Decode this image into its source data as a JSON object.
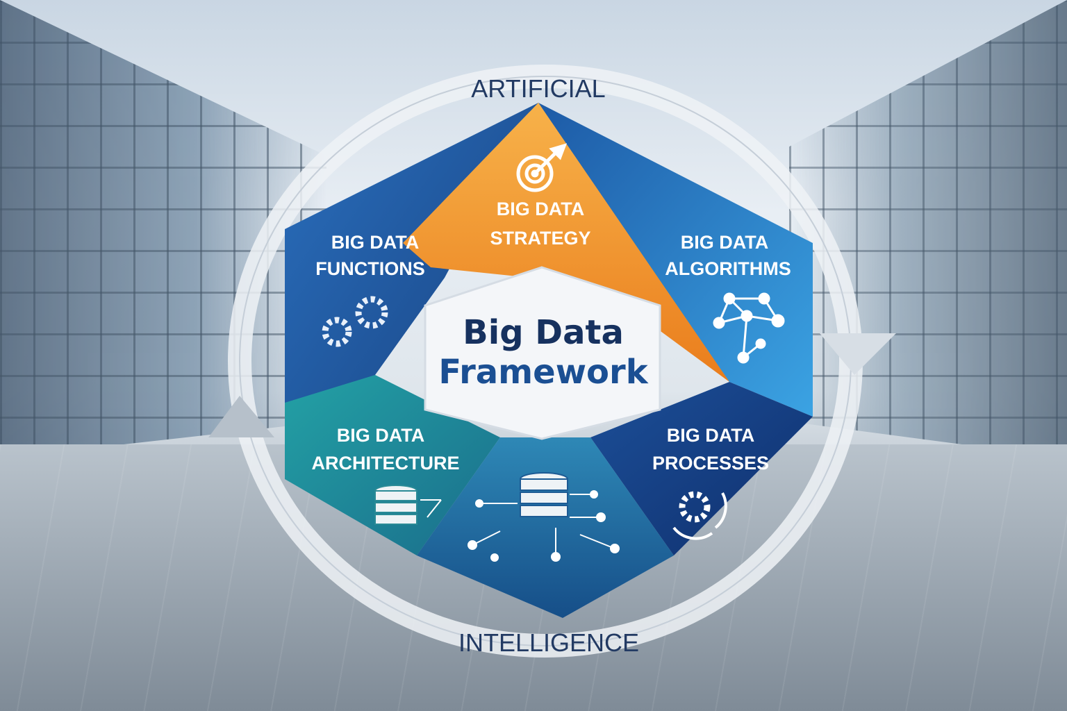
{
  "ring": {
    "top_label": "ARTIFICIAL",
    "bottom_label": "INTELLIGENCE"
  },
  "center": {
    "line1": "Big Data",
    "line2": "Framework"
  },
  "segments": {
    "strategy": {
      "line1": "BIG DATA",
      "line2": "STRATEGY",
      "icon": "target-icon",
      "color": "#f39a2e"
    },
    "functions": {
      "line1": "BIG DATA",
      "line2": "FUNCTIONS",
      "icon": "gears-icon",
      "color": "#1f5fa8"
    },
    "algorithms": {
      "line1": "BIG DATA",
      "line2": "ALGORITHMS",
      "icon": "network-icon",
      "color": "#2a86cf"
    },
    "architecture": {
      "line1": "BIG DATA",
      "line2": "ARCHITECTURE",
      "icon": "database-icon",
      "color": "#1f8c96"
    },
    "processes": {
      "line1": "BIG DATA",
      "line2": "PROCESSES",
      "icon": "gear-cycle-icon",
      "color": "#153f86"
    }
  }
}
